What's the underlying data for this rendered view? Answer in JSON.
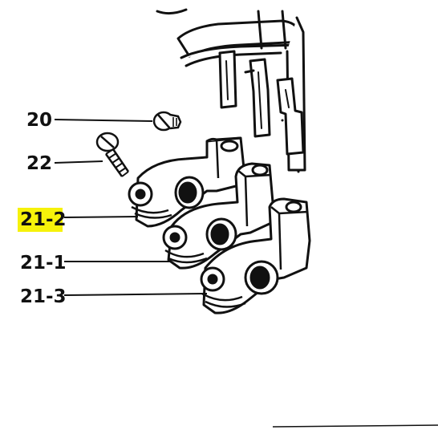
{
  "diagram": {
    "callouts": [
      {
        "id": "c20",
        "label": "20",
        "highlighted": false
      },
      {
        "id": "c22",
        "label": "22",
        "highlighted": false
      },
      {
        "id": "c212",
        "label": "21-2",
        "highlighted": true
      },
      {
        "id": "c211",
        "label": "21-1",
        "highlighted": false
      },
      {
        "id": "c213",
        "label": "21-3",
        "highlighted": false
      }
    ]
  },
  "colors": {
    "ink": "#111111",
    "highlight": "#f6f20a",
    "paper": "#ffffff"
  }
}
